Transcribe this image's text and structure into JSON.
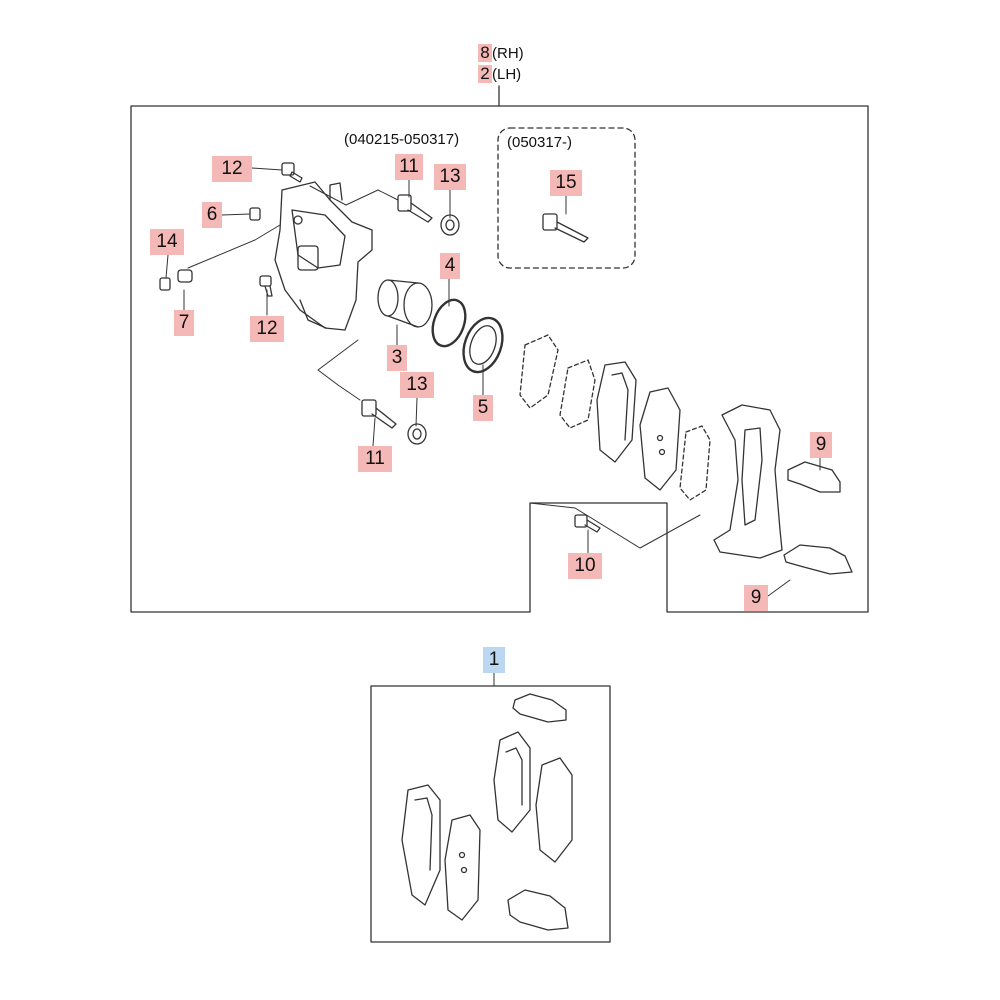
{
  "assembly_labels": {
    "rh_number": "8",
    "rh_text": "(RH)",
    "lh_number": "2",
    "lh_text": "(LH)"
  },
  "date_ranges": {
    "range_1": "(040215-050317)",
    "range_2": "(050317-)"
  },
  "callouts": {
    "c12a": "12",
    "c11a": "11",
    "c13a": "13",
    "c15": "15",
    "c6": "6",
    "c14": "14",
    "c7": "7",
    "c12b": "12",
    "c4": "4",
    "c3": "3",
    "c13b": "13",
    "c5": "5",
    "c11b": "11",
    "c9a": "9",
    "c10": "10",
    "c9b": "9",
    "c1": "1"
  },
  "colors": {
    "callout_red": "#f4b9b6",
    "callout_blue": "#bcd7f2",
    "line": "#333333"
  }
}
